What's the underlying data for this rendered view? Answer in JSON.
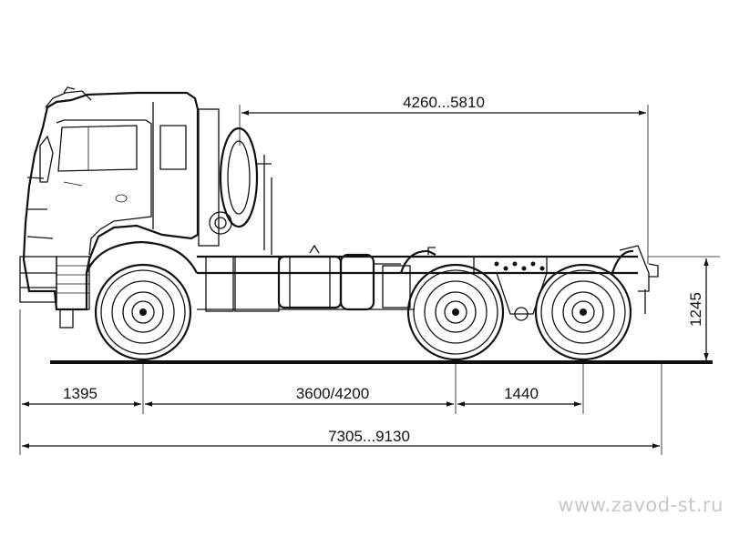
{
  "dimensions": {
    "overall_chassis_to_rear": "4260...5810",
    "height": "1245",
    "front_overhang": "1395",
    "wheelbase": "3600/4200",
    "rear_axle_spacing": "1440",
    "overall_length": "7305...9130"
  },
  "watermark": "www.zavod-st.ru"
}
